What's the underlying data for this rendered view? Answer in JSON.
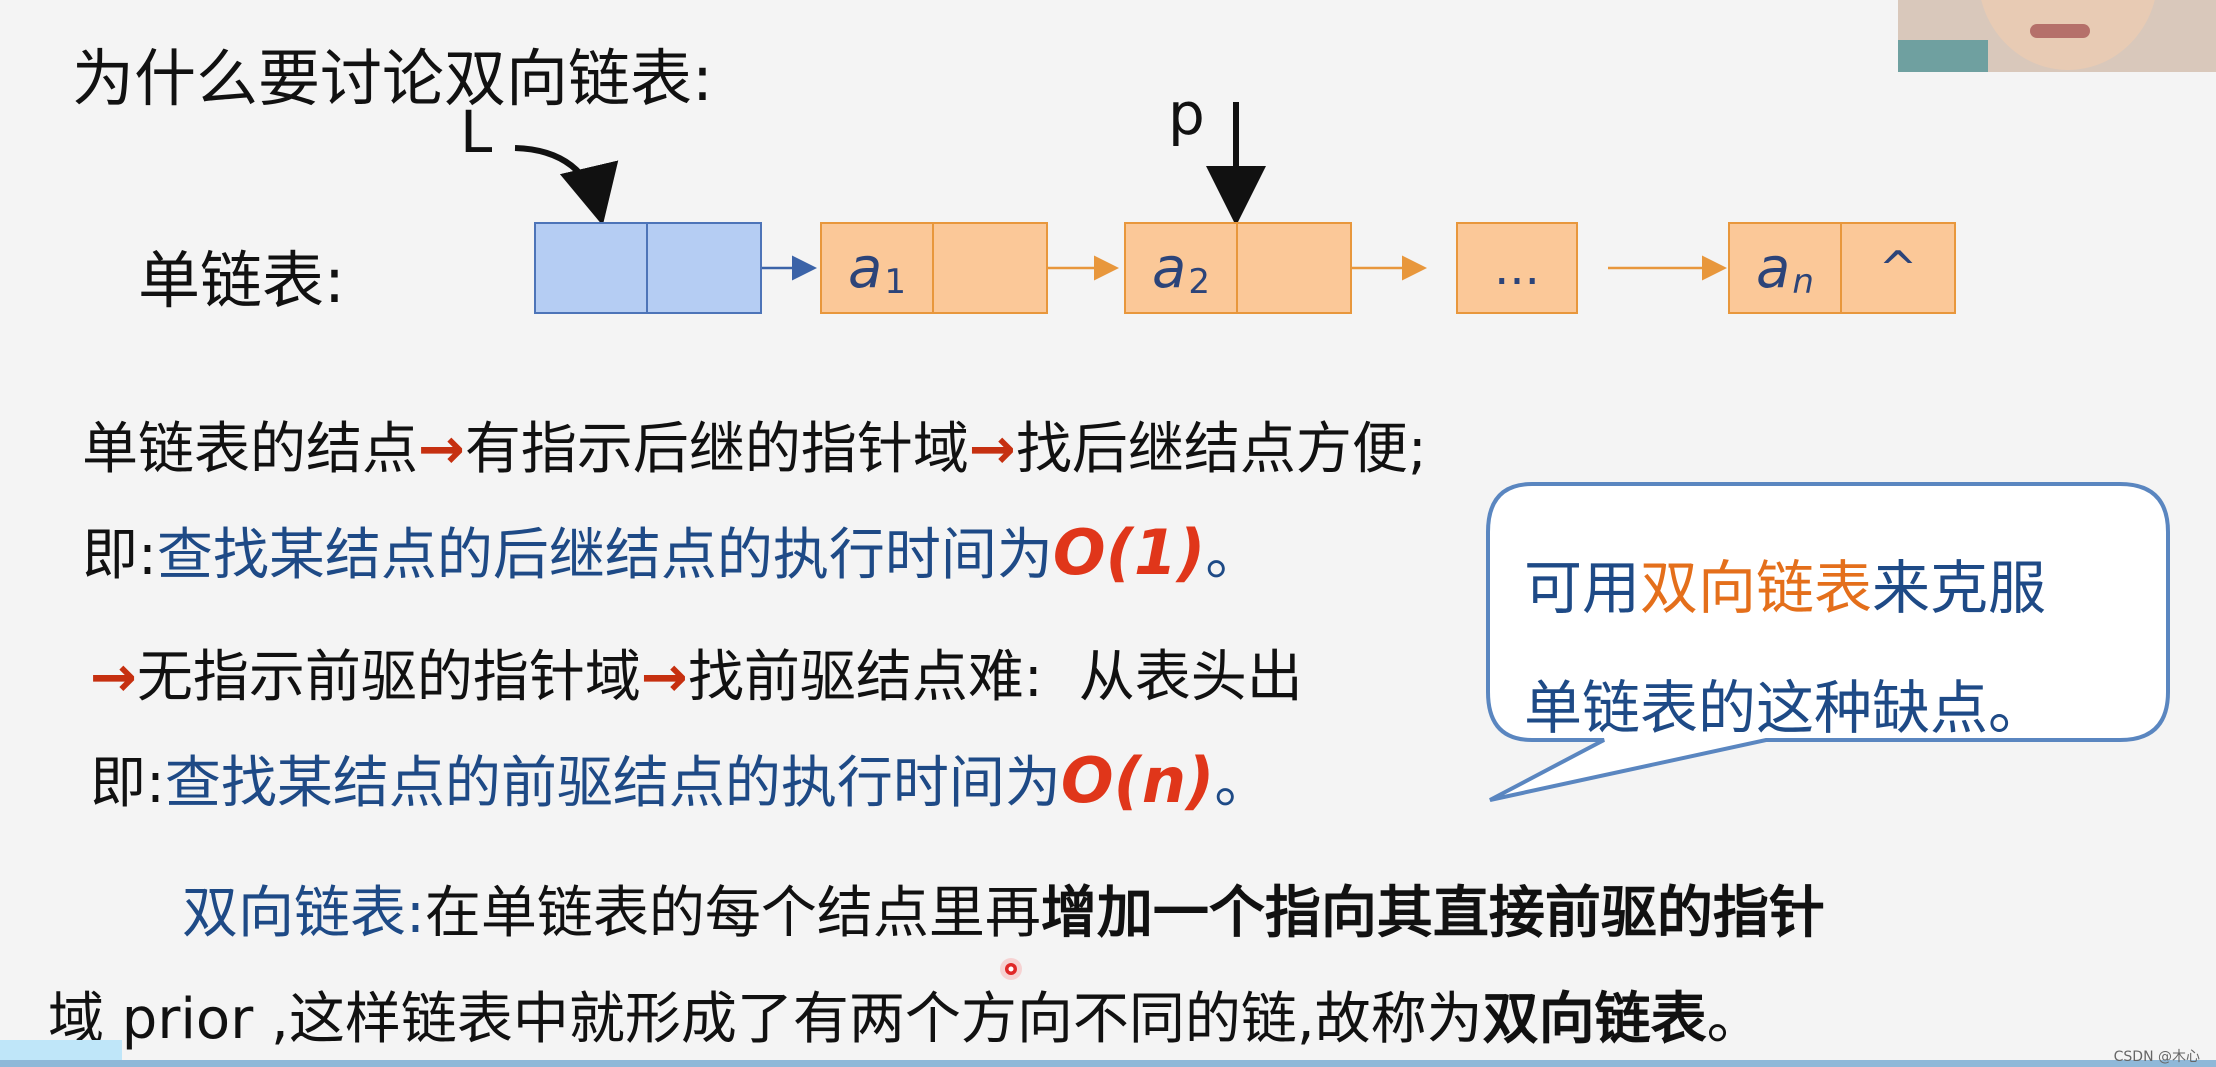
{
  "slide": {
    "title": "为什么要讨论双向链表:",
    "label_L": "L",
    "label_p": "p",
    "sll_label": "单链表:",
    "nodes": {
      "a1_base": "a",
      "a1_sub": "1",
      "a2_base": "a",
      "a2_sub": "2",
      "ellipsis": "...",
      "an_base": "a",
      "an_sub": "n",
      "null_symbol": "^"
    },
    "line1": {
      "part1": "单链表的结点",
      "arrow": "→",
      "part2": "有指示后继的指针域",
      "part3": "找后继结点方便;"
    },
    "line2": {
      "prefix": "即:",
      "text": "查找某结点的后继结点的执行时间为",
      "complexity": "O(1)",
      "suffix": "。"
    },
    "line3": {
      "arrow": "→",
      "part1": "无指示前驱的指针域",
      "part2": "找前驱结点难:",
      "part3": "从表头出"
    },
    "line4": {
      "prefix": "即:",
      "text": "查找某结点的前驱结点的执行时间为",
      "complexity": "O(n)",
      "suffix": "。"
    },
    "callout": {
      "text1": "可用",
      "highlight": "双向链表",
      "text2": "来克服",
      "line2": "单链表的这种缺点。"
    },
    "definition": {
      "term": "双向链表:",
      "text1": "在单链表的每个结点里再",
      "bold1": "增加一个指向其直接前驱的指针",
      "text2": "域 prior ,这样链表中就形成了有两个方向不同的链,故称为",
      "bold2": "双向链表",
      "end": "。"
    },
    "watermark": "CSDN @木心"
  },
  "colors": {
    "head_node_fill": "#b5cdf3",
    "head_node_border": "#4d74b8",
    "data_node_fill": "#fbc898",
    "data_node_border": "#e8973c",
    "blue_text": "#1e4a86",
    "red_arrow": "#c63010",
    "orange_highlight": "#e46f1b"
  }
}
